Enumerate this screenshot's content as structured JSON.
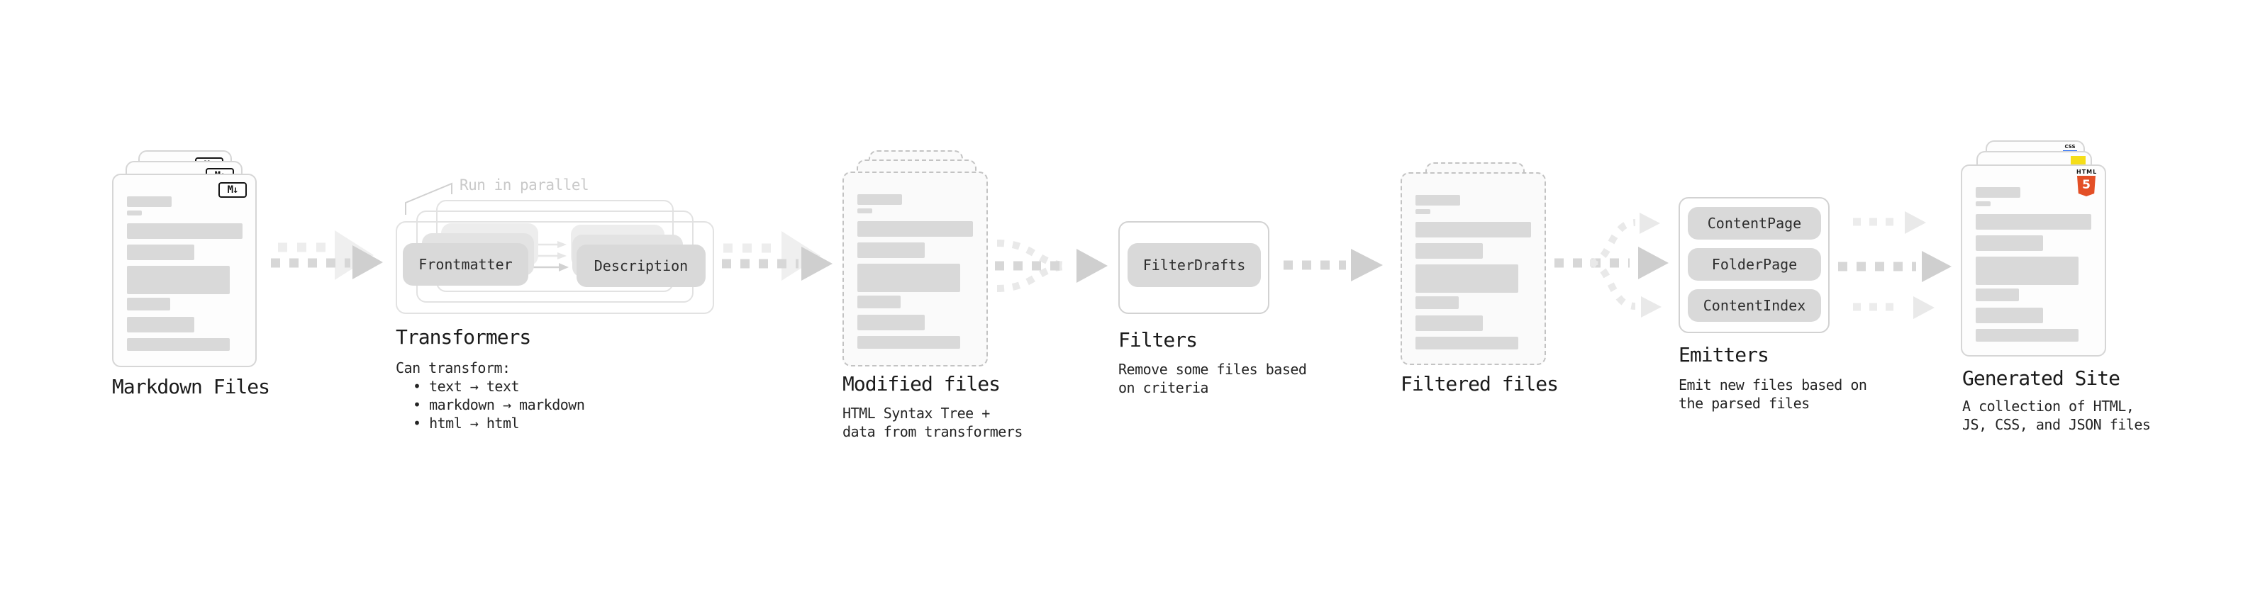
{
  "nodes": {
    "markdown_files": {
      "label": "Markdown Files"
    },
    "transformers": {
      "label": "Transformers",
      "annotation": "Run in parallel",
      "pills": [
        "Frontmatter",
        "Description"
      ],
      "desc": [
        "Can transform:",
        "• text → text",
        "• markdown → markdown",
        "• html → html"
      ]
    },
    "modified_files": {
      "label": "Modified files",
      "desc": [
        "HTML Syntax Tree +",
        "data from transformers"
      ]
    },
    "filters": {
      "label": "Filters",
      "pills": [
        "FilterDrafts"
      ],
      "desc": [
        "Remove some files based",
        "on criteria"
      ]
    },
    "filtered_files": {
      "label": "Filtered files"
    },
    "emitters": {
      "label": "Emitters",
      "pills": [
        "ContentPage",
        "FolderPage",
        "ContentIndex"
      ],
      "desc": [
        "Emit new files based on",
        "the parsed files"
      ]
    },
    "generated_site": {
      "label": "Generated Site",
      "desc": [
        "A collection of HTML,",
        "JS, CSS, and JSON files"
      ]
    }
  },
  "icons": {
    "markdown": "M↓",
    "html5_word": "HTML",
    "html5_number": "5",
    "css_word": "CSS"
  },
  "colors": {
    "html5_orange": "#e34f26",
    "js_yellow": "#f5de19",
    "css_blue": "#2d6ff2",
    "placeholder_bar": "#d9d9d9",
    "pill_gray": "#d9d9d9",
    "text_dark": "#1b1b1b",
    "annotation_gray": "#c9c9c9"
  },
  "decor": {
    "card_bars": [
      {
        "t": 30,
        "w": 63,
        "h": 15
      },
      {
        "t": 50,
        "w": 21,
        "h": 7
      },
      {
        "t": 68,
        "w": 163,
        "h": 22
      },
      {
        "t": 98,
        "w": 95,
        "h": 22
      },
      {
        "t": 128,
        "w": 145,
        "h": 40
      },
      {
        "t": 173,
        "w": 61,
        "h": 18
      },
      {
        "t": 200,
        "w": 95,
        "h": 22
      },
      {
        "t": 230,
        "w": 145,
        "h": 18
      }
    ]
  }
}
